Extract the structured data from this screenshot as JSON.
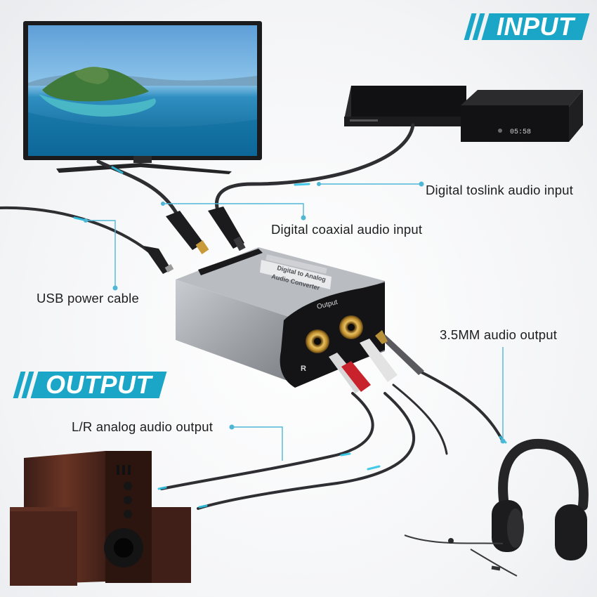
{
  "banners": {
    "input": "INPUT",
    "output": "OUTPUT"
  },
  "labels": {
    "toslink": "Digital toslink audio input",
    "coaxial": "Digital coaxial audio input",
    "usb": "USB power cable",
    "jack35": "3.5MM audio output",
    "lr": "L/R analog audio output"
  },
  "device": {
    "top_label_line1": "Digital to Analog",
    "top_label_line2": "Audio Converter",
    "output_label": "Output",
    "r_label": "R"
  },
  "set_top_box": {
    "display": "05:58"
  },
  "colors": {
    "accent": "#1ba6c8",
    "cable": "#2f2f33",
    "device_body": "#a9adb2",
    "gold": "#c89a3a"
  }
}
